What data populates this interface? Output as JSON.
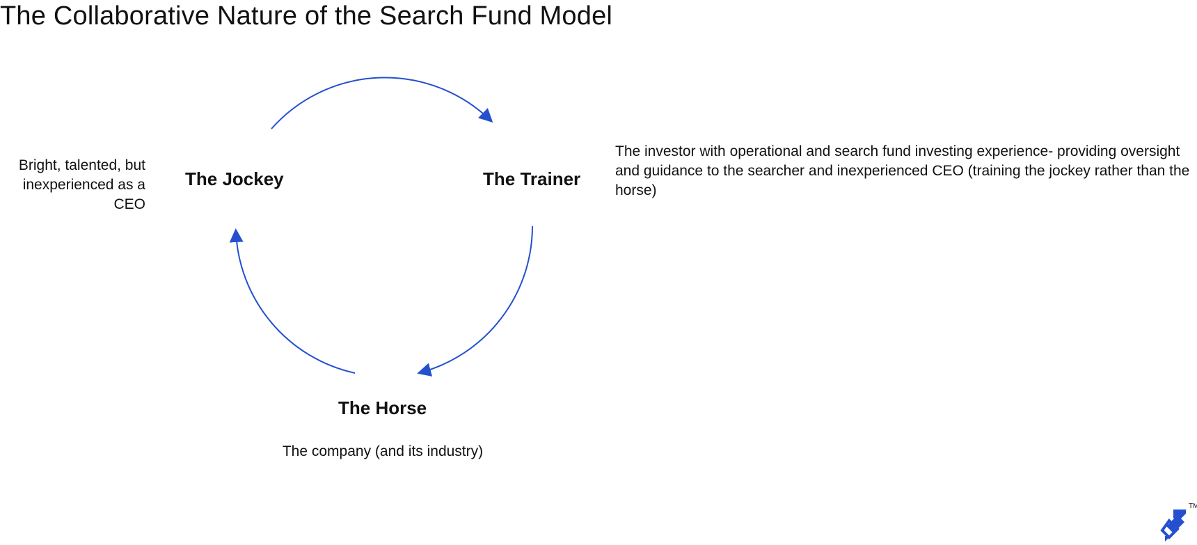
{
  "title": "The Collaborative Nature of the Search Fund Model",
  "nodes": {
    "jockey": {
      "label": "The Jockey",
      "description": "Bright, talented, but inexperienced as a CEO"
    },
    "trainer": {
      "label": "The Trainer",
      "description": "The investor with operational and search fund investing experience- providing oversight and guidance to the searcher and inexperienced CEO (training the jockey rather than the horse)"
    },
    "horse": {
      "label": "The Horse",
      "description": "The company (and its industry)"
    }
  },
  "colors": {
    "arrow": "#2450d0",
    "text": "#111111",
    "logo": "#2450d0"
  },
  "logo": {
    "icon": "toptal-logo-icon",
    "trademark": "TM"
  }
}
